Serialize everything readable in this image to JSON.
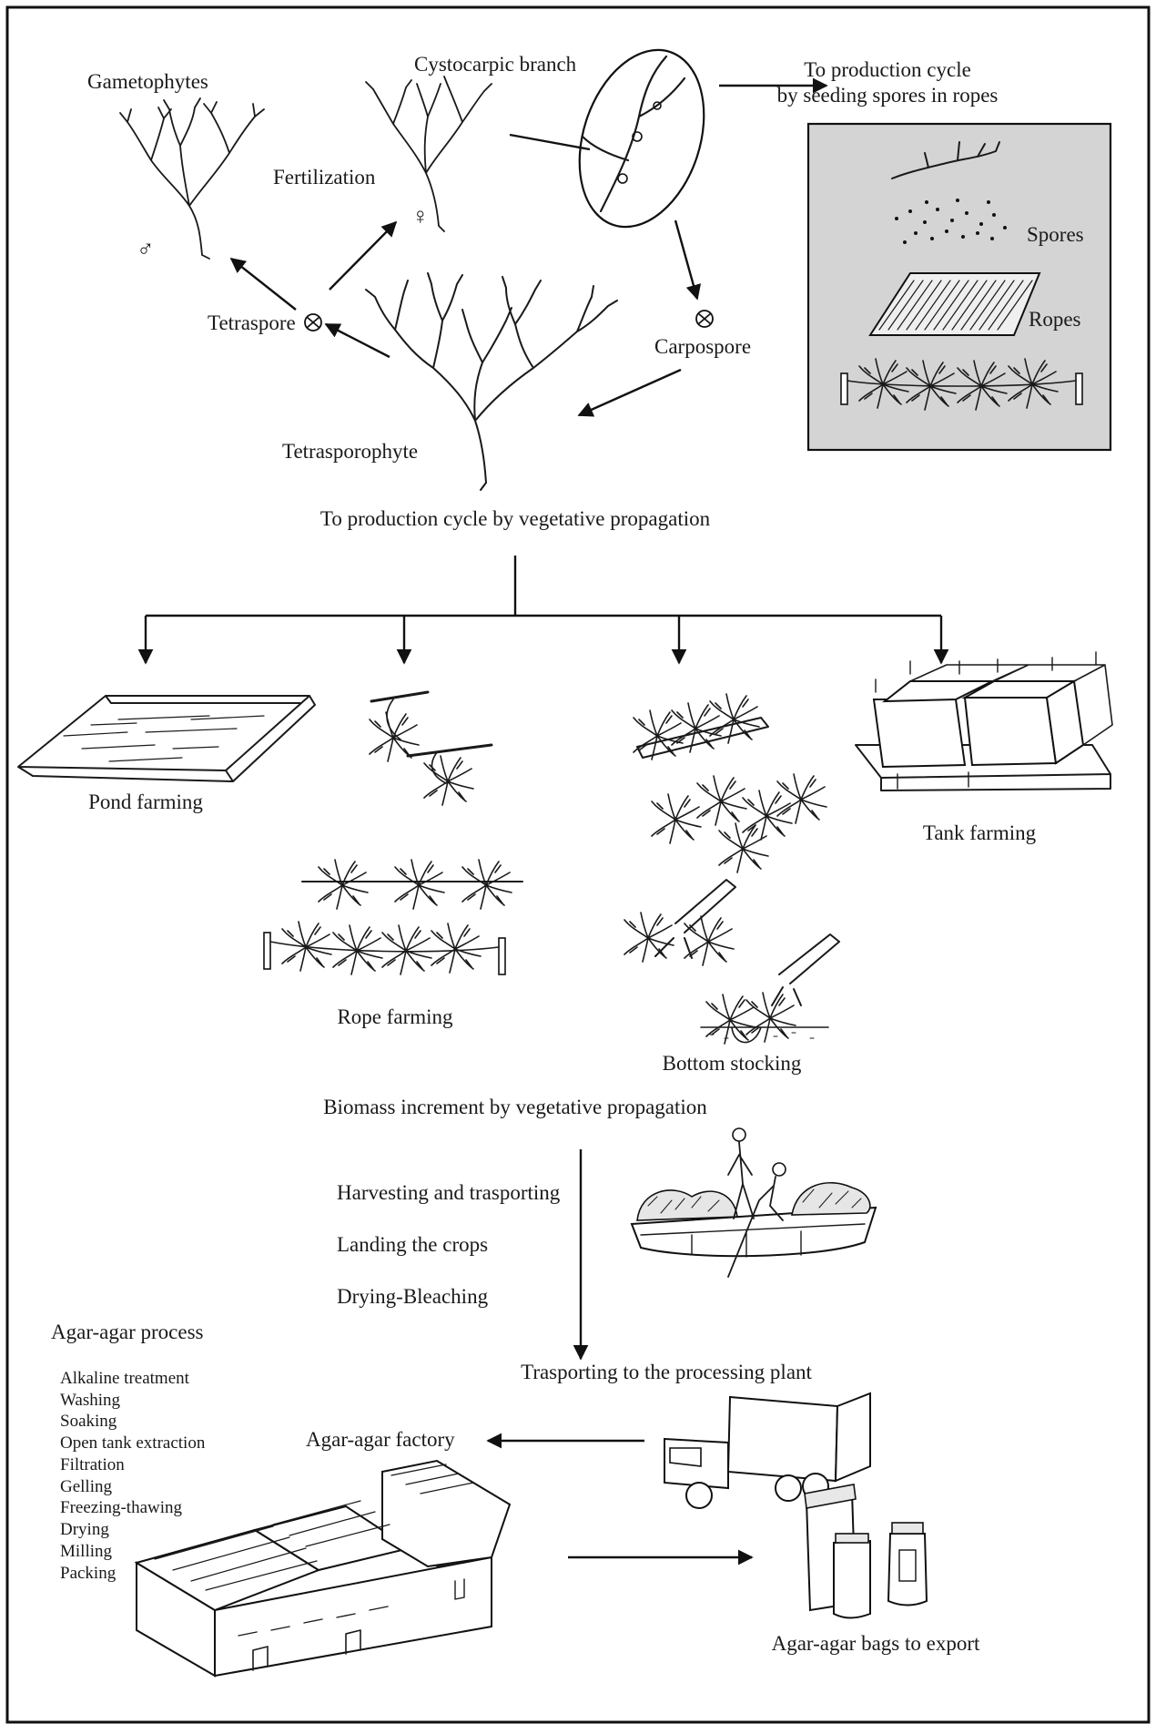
{
  "cycle": {
    "gametophytes": "Gametophytes",
    "cystocarpic_branch": "Cystocarpic branch",
    "fertilization": "Fertilization",
    "male_symbol": "♂",
    "female_symbol": "♀",
    "tetraspore": "Tetraspore",
    "carpospore": "Carpospore",
    "tetrasporophyte": "Tetrasporophyte",
    "seed_line1": "To production cycle",
    "seed_line2": "by seeding spores in ropes"
  },
  "seeding_panel": {
    "spores": "Spores",
    "ropes": "Ropes"
  },
  "vegetative": {
    "title": "To production cycle by vegetative propagation",
    "pond": "Pond farming",
    "rope": "Rope farming",
    "bottom": "Bottom stocking",
    "tank": "Tank farming",
    "biomass": "Biomass increment  by vegetative propagation"
  },
  "harvest": {
    "step1": "Harvesting and trasporting",
    "step2": "Landing the crops",
    "step3": "Drying-Bleaching",
    "transport": "Trasporting to the processing plant",
    "factory": "Agar-agar factory",
    "bags": "Agar-agar bags to export"
  },
  "process": {
    "title": "Agar-agar process",
    "steps": [
      "Alkaline treatment",
      "Washing",
      "Soaking",
      "Open tank extraction",
      "Filtration",
      "Gelling",
      "Freezing-thawing",
      "Drying",
      "Milling",
      "Packing"
    ]
  }
}
